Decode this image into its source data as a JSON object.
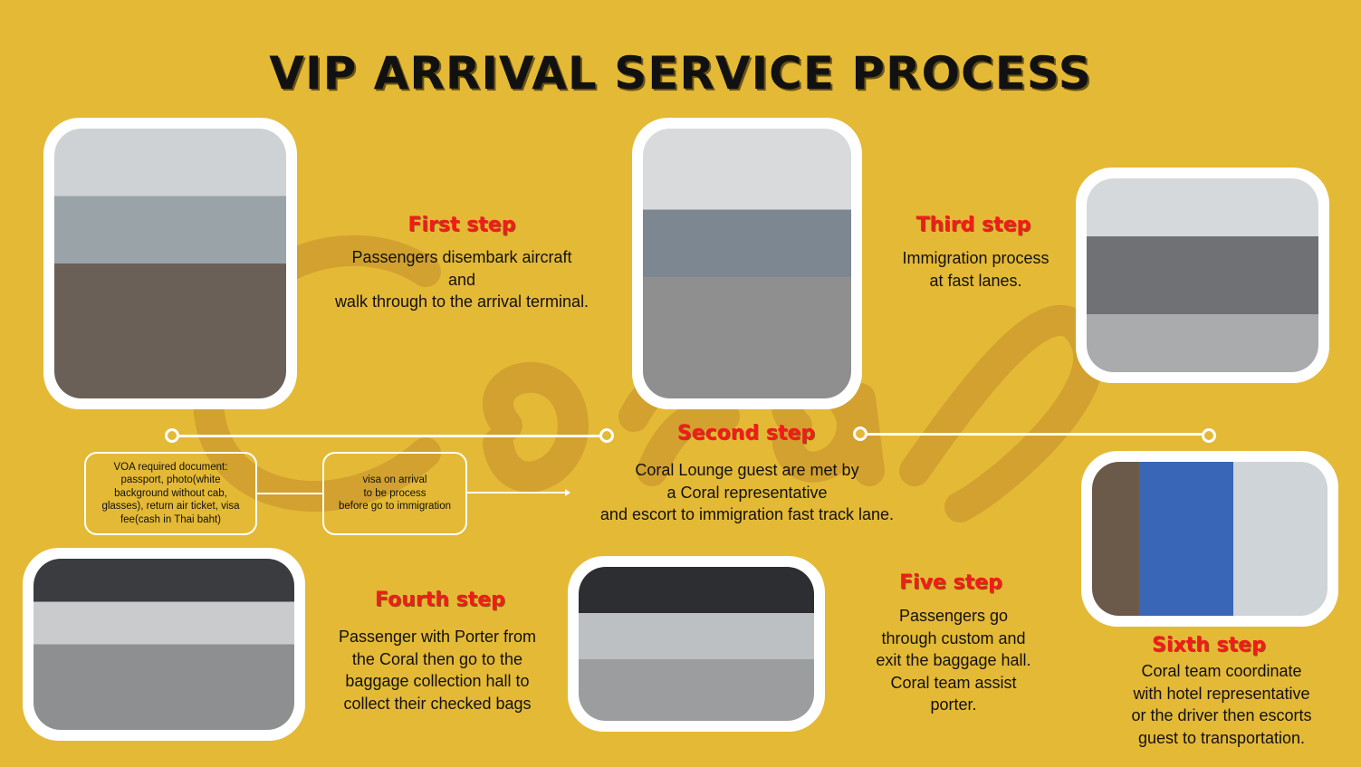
{
  "title": "VIP ARRIVAL SERVICE PROCESS",
  "watermark": "Coral",
  "steps": [
    {
      "title": "First step",
      "lines": [
        "Passengers disembark aircraft",
        "and",
        "walk through to the arrival terminal."
      ]
    },
    {
      "title": "Second step",
      "lines": [
        "Coral Lounge guest are met by",
        "a Coral representative",
        "and escort to immigration fast track lane."
      ]
    },
    {
      "title": "Third step",
      "lines": [
        "Immigration process",
        "at fast lanes."
      ]
    },
    {
      "title": "Fourth step",
      "lines": [
        "Passenger with Porter from",
        "the Coral then go to the",
        "baggage collection hall to",
        "collect their checked bags"
      ]
    },
    {
      "title": "Five step",
      "lines": [
        "Passengers go",
        "through custom and",
        "exit the baggage hall.",
        "Coral team assist",
        "porter."
      ]
    },
    {
      "title": "Sixth step",
      "lines": [
        "Coral team coordinate",
        "with hotel representative",
        "or the driver then escorts",
        "guest to transportation."
      ]
    }
  ],
  "voa_box": [
    "VOA required document:",
    "passport, photo(white",
    "background without cab,",
    "glasses), return air ticket, visa",
    "fee(cash in Thai baht)"
  ],
  "visa_box": [
    "visa on arrival",
    "to be process",
    "before go to immigration"
  ],
  "colors": {
    "background": "#E4B936",
    "step_title": "#F21B1B",
    "watermark": "#D2A12F"
  }
}
